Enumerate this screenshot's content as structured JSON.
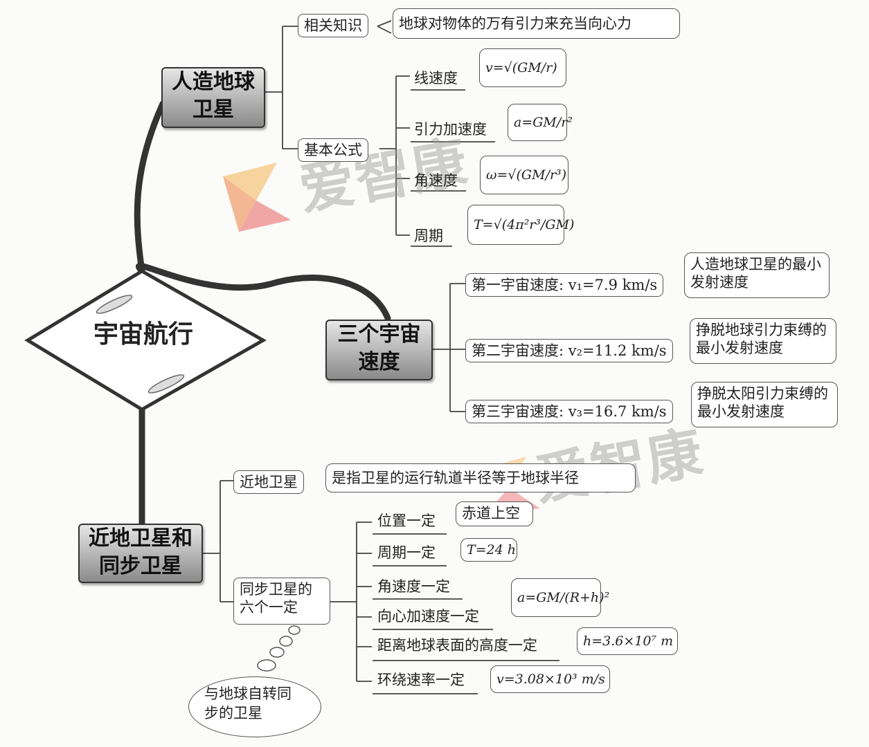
{
  "center": "宇宙航行",
  "main_nodes": {
    "artificial": [
      "人造地球",
      "卫星"
    ],
    "cosmic": [
      "三个宇宙",
      "速度"
    ],
    "near_sync": [
      "近地卫星和",
      "同步卫星"
    ]
  },
  "artificial": {
    "related_knowledge": "相关知识",
    "related_text": "地球对物体的万有引力来充当向心力",
    "basic_formula": "基本公式",
    "formulas": [
      {
        "label": "线速度",
        "formula": "v=√(GM/r)"
      },
      {
        "label": "引力加速度",
        "formula": "a=GM/r²"
      },
      {
        "label": "角速度",
        "formula": "ω=√(GM/r³)"
      },
      {
        "label": "周期",
        "formula": "T=√(4π²r³/GM)"
      }
    ]
  },
  "cosmic": [
    {
      "label": "第一宇宙速度: v₁=7.9 km/s",
      "note": "人造地球卫星的最小发射速度"
    },
    {
      "label": "第二宇宙速度: v₂=11.2 km/s",
      "note": "挣脱地球引力束缚的最小发射速度"
    },
    {
      "label": "第三宇宙速度: v₃=16.7 km/s",
      "note": "挣脱太阳引力束缚的最小发射速度"
    }
  ],
  "near": {
    "label": "近地卫星",
    "text": "是指卫星的运行轨道半径等于地球半径"
  },
  "sync": {
    "label": "同步卫星的六个一定",
    "items": [
      {
        "label": "位置一定",
        "value": "赤道上空"
      },
      {
        "label": "周期一定",
        "value": "T=24 h"
      },
      {
        "label": "角速度一定",
        "value": ""
      },
      {
        "label": "向心加速度一定",
        "value": "a=GM/(R+h)²"
      },
      {
        "label": "距离地球表面的高度一定",
        "value": "h=3.6×10⁷ m"
      },
      {
        "label": "环绕速率一定",
        "value": "v=3.08×10³ m/s"
      }
    ],
    "cloud": "与地球自转同步的卫星"
  },
  "watermark": "爱智康",
  "colors": {
    "main_node_top": "#e6e6e6",
    "main_node_bottom": "#8a8a8a",
    "line": "#444444"
  }
}
